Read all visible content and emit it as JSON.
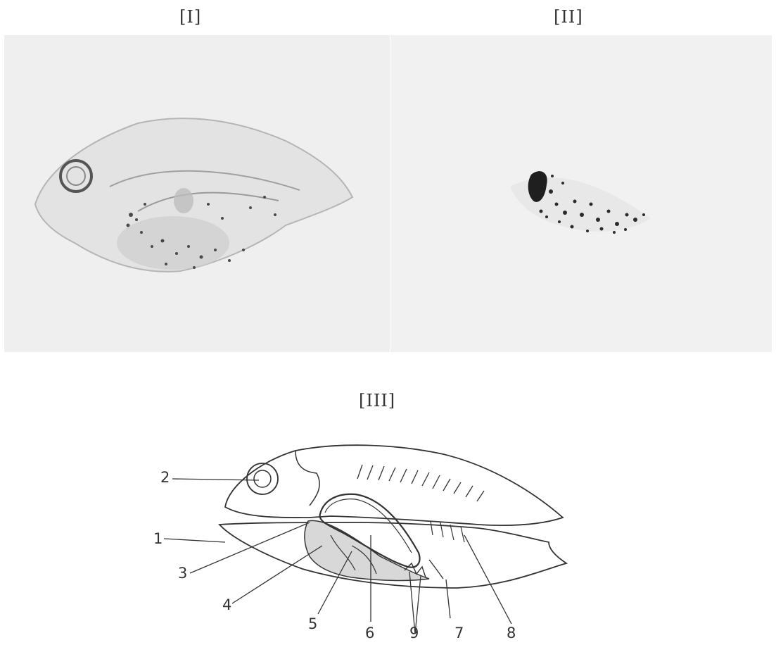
{
  "panels": {
    "photo_left_label": "[I]",
    "photo_right_label": "[II]",
    "diagram_label": "[III]"
  },
  "diagram": {
    "numbers": [
      "1",
      "2",
      "3",
      "4",
      "5",
      "6",
      "7",
      "8",
      "9"
    ]
  },
  "colors": {
    "photo_background": "#ececec",
    "stain": "#2b2b2b",
    "outline": "#333333",
    "shaded_region": "#d8d8d8"
  }
}
